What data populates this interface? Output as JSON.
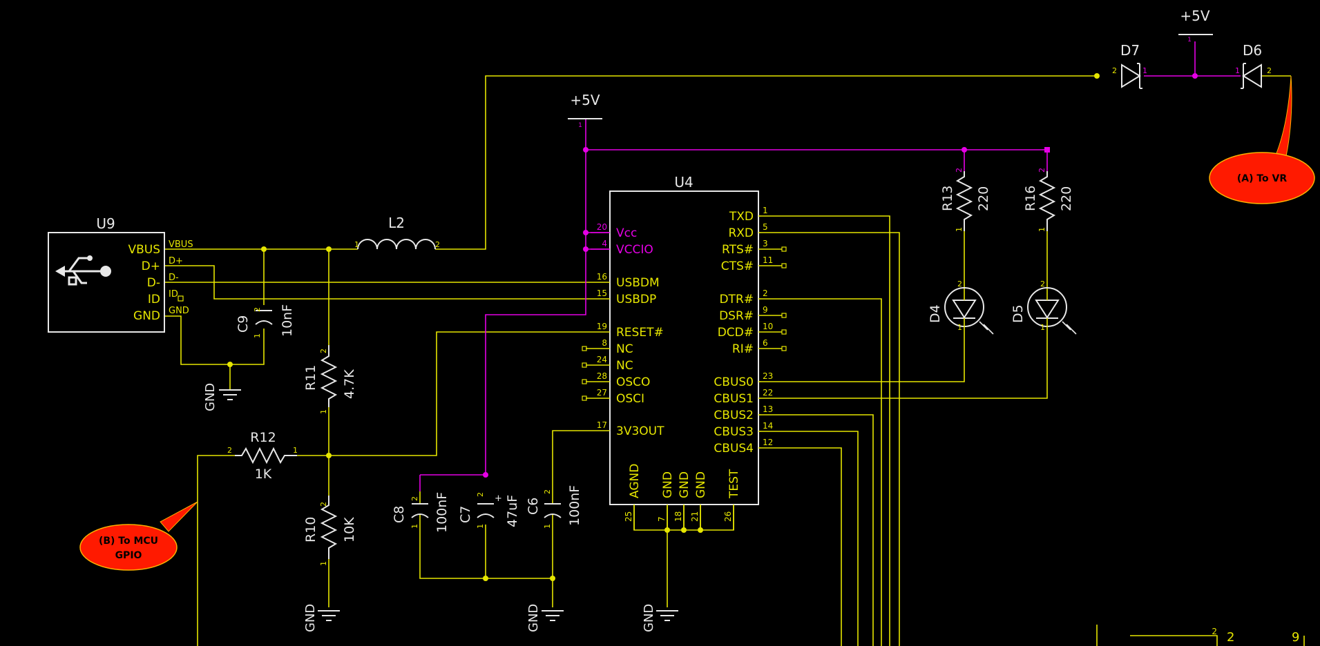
{
  "power": {
    "plus5v": "+5V"
  },
  "gnd": "GND",
  "u9": {
    "ref": "U9",
    "pins_inner": [
      "VBUS",
      "D+",
      "D-",
      "ID",
      "GND"
    ],
    "pins_outer": [
      "VBUS",
      "D+",
      "D-",
      "ID",
      "GND"
    ]
  },
  "l2": {
    "ref": "L2",
    "pin1": "1",
    "pin2": "2"
  },
  "c9": {
    "ref": "C9",
    "value": "10nF",
    "pin1": "1",
    "pin2": "2"
  },
  "r11": {
    "ref": "R11",
    "value": "4.7K",
    "pin1": "1",
    "pin2": "2"
  },
  "r12": {
    "ref": "R12",
    "value": "1K",
    "pin1": "1",
    "pin2": "2"
  },
  "r10": {
    "ref": "R10",
    "value": "10K",
    "pin1": "1",
    "pin2": "2"
  },
  "c8": {
    "ref": "C8",
    "value": "100nF",
    "pin1": "1",
    "pin2": "2"
  },
  "c7": {
    "ref": "C7",
    "value": "47uF",
    "pin1": "1",
    "pin2": "2",
    "plus": "+"
  },
  "c6": {
    "ref": "C6",
    "value": "100nF",
    "pin1": "1",
    "pin2": "2"
  },
  "u4": {
    "ref": "U4",
    "left_pins": [
      {
        "num": "20",
        "name": "Vcc"
      },
      {
        "num": "4",
        "name": "VCCIO"
      },
      {
        "num": "16",
        "name": "USBDM"
      },
      {
        "num": "15",
        "name": "USBDP"
      },
      {
        "num": "19",
        "name": "RESET#"
      },
      {
        "num": "8",
        "name": "NC"
      },
      {
        "num": "24",
        "name": "NC"
      },
      {
        "num": "28",
        "name": "OSCO"
      },
      {
        "num": "27",
        "name": "OSCI"
      },
      {
        "num": "17",
        "name": "3V3OUT"
      }
    ],
    "right_pins": [
      {
        "num": "1",
        "name": "TXD"
      },
      {
        "num": "5",
        "name": "RXD"
      },
      {
        "num": "3",
        "name": "RTS#"
      },
      {
        "num": "11",
        "name": "CTS#"
      },
      {
        "num": "2",
        "name": "DTR#"
      },
      {
        "num": "9",
        "name": "DSR#"
      },
      {
        "num": "10",
        "name": "DCD#"
      },
      {
        "num": "6",
        "name": "RI#"
      },
      {
        "num": "23",
        "name": "CBUS0"
      },
      {
        "num": "22",
        "name": "CBUS1"
      },
      {
        "num": "13",
        "name": "CBUS2"
      },
      {
        "num": "14",
        "name": "CBUS3"
      },
      {
        "num": "12",
        "name": "CBUS4"
      }
    ],
    "bottom_pins": [
      {
        "num": "25",
        "name": "AGND"
      },
      {
        "num": "7",
        "name": "GND"
      },
      {
        "num": "18",
        "name": "GND"
      },
      {
        "num": "21",
        "name": "GND"
      },
      {
        "num": "26",
        "name": "TEST"
      }
    ]
  },
  "r13": {
    "ref": "R13",
    "value": "220",
    "pin1": "1",
    "pin2": "2"
  },
  "r16": {
    "ref": "R16",
    "value": "220",
    "pin1": "1",
    "pin2": "2"
  },
  "d4": {
    "ref": "D4",
    "pin1": "1",
    "pin2": "2"
  },
  "d5": {
    "ref": "D5",
    "pin1": "1",
    "pin2": "2"
  },
  "d7": {
    "ref": "D7",
    "pin1": "1",
    "pin2": "2"
  },
  "d6": {
    "ref": "D6",
    "pin1": "1",
    "pin2": "2"
  },
  "callouts": {
    "a": "(A) To VR",
    "b_line1": "(B) To MCU",
    "b_line2": "GPIO"
  },
  "partial": {
    "n2a": "2",
    "n2b": "2",
    "n9": "9"
  },
  "colors": {
    "wire": "#e6e600",
    "power": "#e600e6",
    "component": "#e8e8e8",
    "callout": "#ff1a00"
  }
}
